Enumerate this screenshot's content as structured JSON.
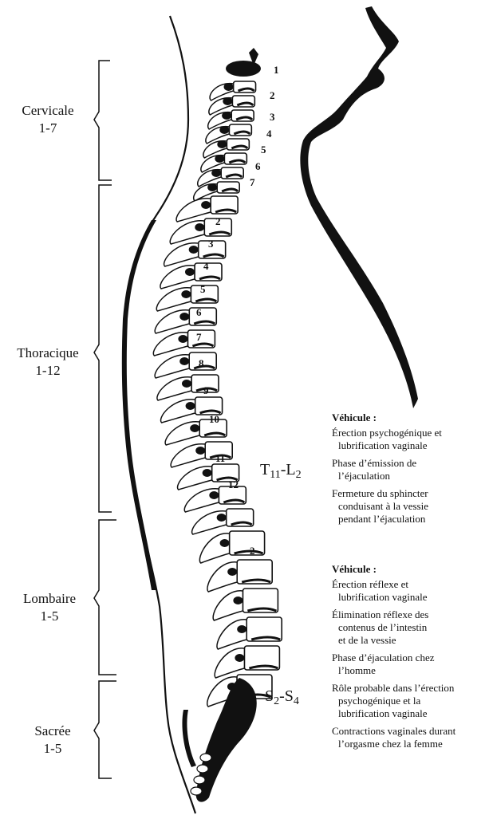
{
  "regions": [
    {
      "name": "Cervicale",
      "range": "1-7"
    },
    {
      "name": "Thoracique",
      "range": "1-12"
    },
    {
      "name": "Lombaire",
      "range": "1-5"
    },
    {
      "name": "Sacrée",
      "range": "1-5"
    }
  ],
  "cervical_numbers": [
    "1",
    "2",
    "3",
    "4",
    "5",
    "6",
    "7"
  ],
  "thoracic_numbers": [
    "2",
    "3",
    "4",
    "5",
    "6",
    "7",
    "8",
    "9",
    "10",
    "11",
    "12"
  ],
  "lumbar_numbers": [
    "2"
  ],
  "segment_labels": {
    "upper": {
      "a": "T",
      "a_sub": "11",
      "dash": "-",
      "b": "L",
      "b_sub": "2"
    },
    "lower": {
      "a": "S",
      "a_sub": "2",
      "dash": "-",
      "b": "S",
      "b_sub": "4"
    }
  },
  "panel_upper": {
    "heading": "Véhicule :",
    "items": [
      {
        "first": "Érection psychogénique et",
        "rest": "lubrification vaginale"
      },
      {
        "first": "Phase d’émission de",
        "rest": "l’éjaculation"
      },
      {
        "first": "Fermeture du sphincter",
        "rest": "conduisant à la vessie\npendant l’éjaculation"
      }
    ]
  },
  "panel_lower": {
    "heading": "Véhicule :",
    "items": [
      {
        "first": "Érection réflexe et",
        "rest": "lubrification vaginale"
      },
      {
        "first": "Élimination réflexe des",
        "rest": "contenus de l’intestin\net de la vessie"
      },
      {
        "first": "Phase d’éjaculation chez",
        "rest": "l’homme"
      },
      {
        "first": "Rôle probable dans l’érection",
        "rest": "psychogénique et la\nlubrification vaginale"
      },
      {
        "first": "Contractions vaginales durant",
        "rest": "l’orgasme chez la femme"
      }
    ]
  }
}
